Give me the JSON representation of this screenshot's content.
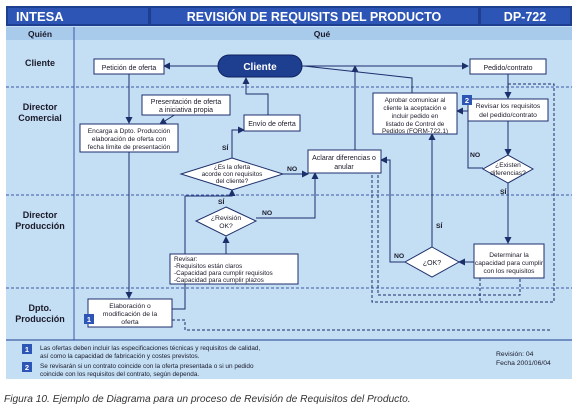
{
  "header": {
    "company": "INTESA",
    "title": "REVISIÓN DE REQUISITS DEL PRODUCTO",
    "code": "DP-722"
  },
  "columns": {
    "who": "Quién",
    "what": "Qué"
  },
  "lanes": {
    "cliente": "Cliente",
    "director_comercial": [
      "Director",
      "Comercial"
    ],
    "director_produccion": [
      "Director",
      "Producción"
    ],
    "dpto_produccion": [
      "Dpto.",
      "Producción"
    ]
  },
  "nodes": {
    "peticion": "Petición de oferta",
    "cliente_start": "Cliente",
    "pedido": "Pedido/contrato",
    "presentacion": [
      "Presentación de oferta",
      "a iniciativa propia"
    ],
    "encarga": [
      "Encarga a Dpto. Producción",
      "elaboración de oferta con",
      "fecha límite de presentación"
    ],
    "envio": "Envío de oferta",
    "aprobar": [
      "Aprobar comunicar al",
      "cliente la aceptación e",
      "incluir pedido en",
      "listado de Control de",
      "Pedidos (FORM-722.1)"
    ],
    "revisar_req": [
      "Revisar los requisitos",
      "del pedido/contrato"
    ],
    "es_oferta": [
      "¿Es la oferta",
      "acorde con requisitos",
      "del cliente?"
    ],
    "aclarar": [
      "Aclarar diferencias o",
      "anular"
    ],
    "existen": [
      "¿Existen",
      "diferencias?"
    ],
    "revision": [
      "¿Revisión",
      "OK?"
    ],
    "revisar_list": [
      "Revisar:",
      "-Requisitos están claros",
      "-Capacidad para cumplir requisitos",
      "-Capacidad para cumplir plazos"
    ],
    "ok": "¿OK?",
    "determinar": [
      "Determinar la",
      "capacidad para cumplir",
      "con los requisitos"
    ],
    "elaboracion": [
      "Elaboración o",
      "modificación de la",
      "oferta"
    ]
  },
  "labels": {
    "si": "SÍ",
    "no": "NO"
  },
  "notes": [
    {
      "num": "1",
      "text": [
        "Las ofertas deben incluir las especificaciones técnicas y requisitos de calidad,",
        "así como la capacidad de fabricación y costes previstos."
      ]
    },
    {
      "num": "2",
      "text": [
        "Se revisarán si un contrato coincide con la oferta presentada o si un pedido",
        "coincide con los requisitos del contrato, según dependa."
      ]
    }
  ],
  "revision_info": {
    "revision": "Revisión: 04",
    "fecha": "Fecha 2001/06/04"
  },
  "caption": "Figura 10. Ejemplo de Diagrama para un proceso de Revisión de Requisitos del Producto.",
  "colors": {
    "navy": "#1e3f8f",
    "header_bg": "#2c55b5",
    "panel": "#c4def4",
    "lane_line": "#3b5ba8",
    "box_fill": "#ffffff",
    "arrow": "#1d2f6b"
  }
}
